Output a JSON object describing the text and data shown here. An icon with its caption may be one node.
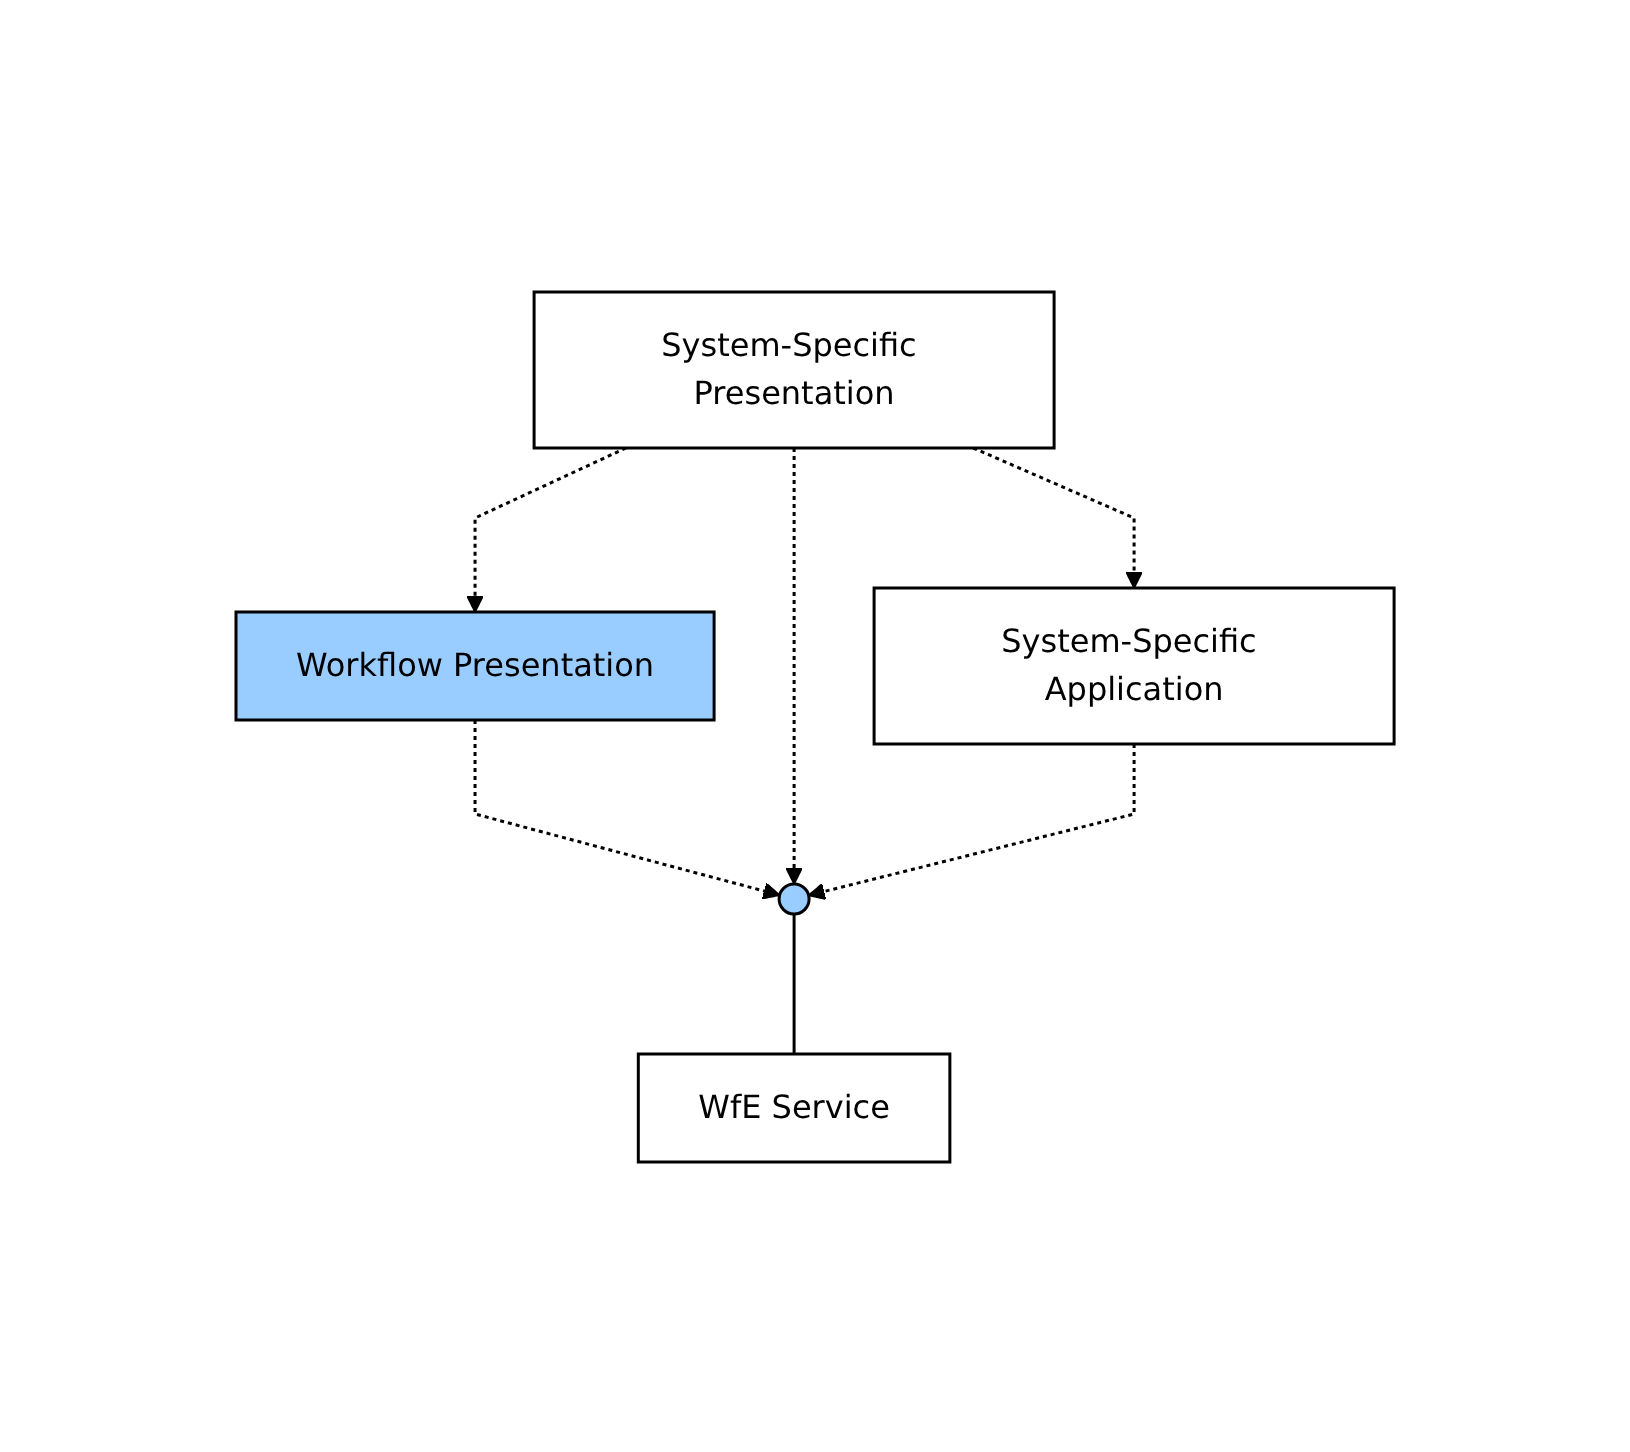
{
  "diagram": {
    "nodes": [
      {
        "text": [
          "Workflow Presentation"
        ]
      },
      {
        "text": [
          "System-Specific Presentation"
        ]
      },
      {
        "text": [],
        "shape": "circle"
      },
      {
        "text": [
          "WfE Service"
        ]
      },
      {
        "text": [
          "System-Specific Application"
        ]
      }
    ],
    "edges": [
      {
        "from": 1,
        "to": 0,
        "arrow": "to",
        "style": "dashed"
      },
      {
        "from": 0,
        "to": 2,
        "arrow": "to",
        "style": "dashed"
      },
      {
        "from": 1,
        "to": 2,
        "arrow": "to",
        "style": "dashed"
      },
      {
        "from": 1,
        "to": 4,
        "arrow": "to",
        "style": "dashed"
      },
      {
        "from": 4,
        "to": 2,
        "arrow": "to",
        "style": "dashed"
      },
      {
        "from": 2,
        "to": 3,
        "arrow": "none"
      }
    ]
  }
}
